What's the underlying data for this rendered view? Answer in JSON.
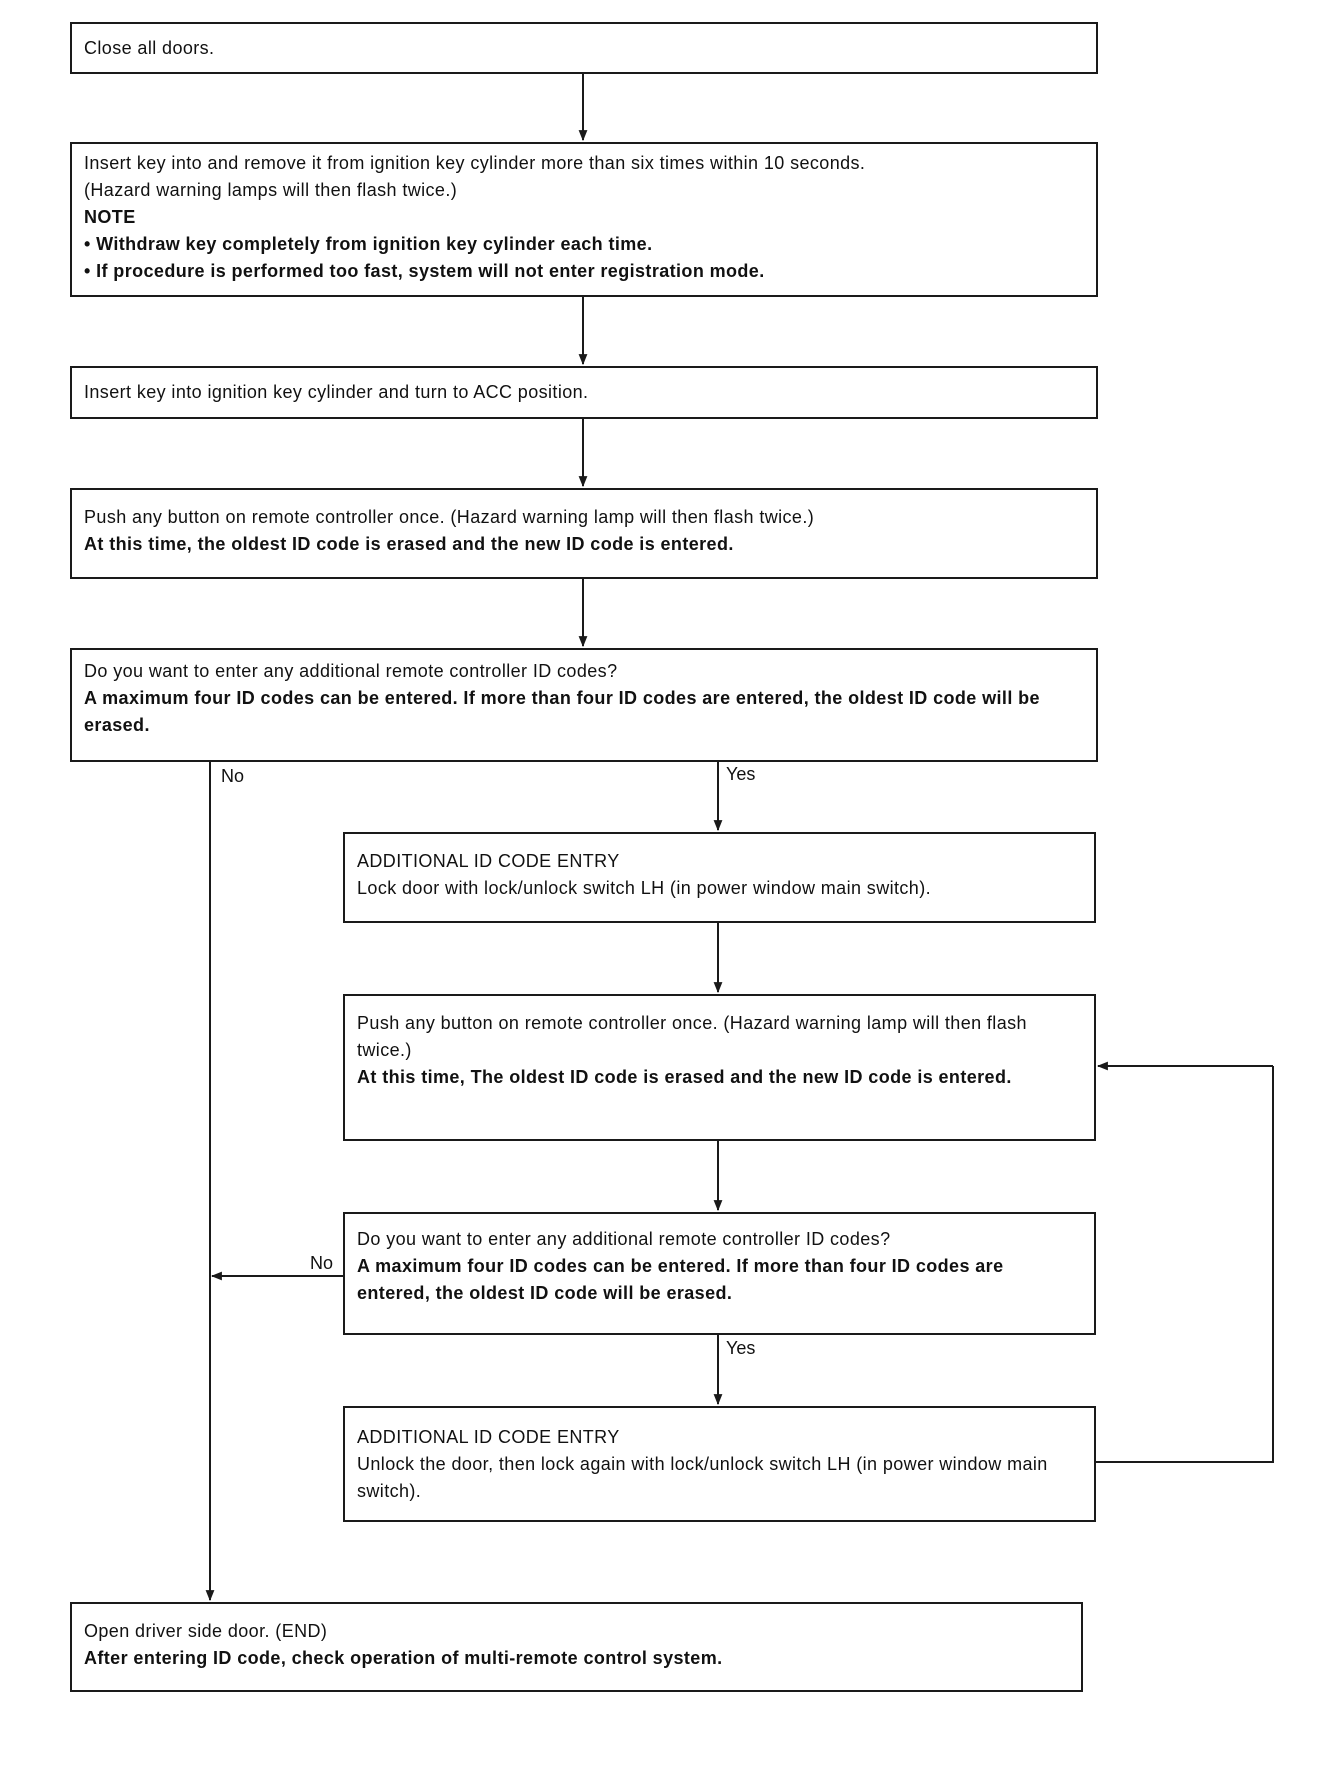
{
  "steps": {
    "close_doors": "Close all doors.",
    "insert_remove_key": {
      "line1": "Insert key into and remove it from ignition key cylinder more than six times within 10 seconds.",
      "line2": "(Hazard warning lamps will then flash twice.)",
      "note_heading": "NOTE",
      "note1": "• Withdraw key completely from ignition key cylinder each time.",
      "note2": "• If procedure is performed too fast, system will not enter registration mode."
    },
    "insert_acc": "Insert key into ignition key cylinder and turn to ACC position.",
    "push_button_first": {
      "line1": "Push any button on remote controller once. (Hazard warning lamp will then flash twice.)",
      "bold": "At this time, the oldest ID code is erased and the new ID code is entered."
    },
    "decision_first": {
      "question": "Do you want to enter any additional remote controller ID codes?",
      "bold": "A maximum four ID codes can be entered. If more than four ID codes are entered, the oldest ID code will be erased."
    },
    "additional_entry_lock": {
      "title": "ADDITIONAL ID CODE ENTRY",
      "text": "Lock door with lock/unlock switch LH (in power window main switch)."
    },
    "push_button_second": {
      "line1": "Push any button on remote controller once. (Hazard warning lamp will then flash twice.)",
      "bold": "At this time, The oldest ID code is erased and the new ID code is entered."
    },
    "decision_second": {
      "question": "Do you want to enter any additional remote controller ID codes?",
      "bold": "A maximum four ID codes can be entered. If more than four ID codes are entered, the oldest ID code will be erased."
    },
    "additional_entry_unlock": {
      "title": "ADDITIONAL ID CODE ENTRY",
      "text": "Unlock the door, then lock again with lock/unlock switch LH (in power window main switch)."
    },
    "end": {
      "line1": "Open driver side door. (END)",
      "bold": "After entering ID code, check operation of multi-remote control system."
    }
  },
  "labels": {
    "no_first": "No",
    "yes_first": "Yes",
    "no_second": "No",
    "yes_second": "Yes"
  }
}
